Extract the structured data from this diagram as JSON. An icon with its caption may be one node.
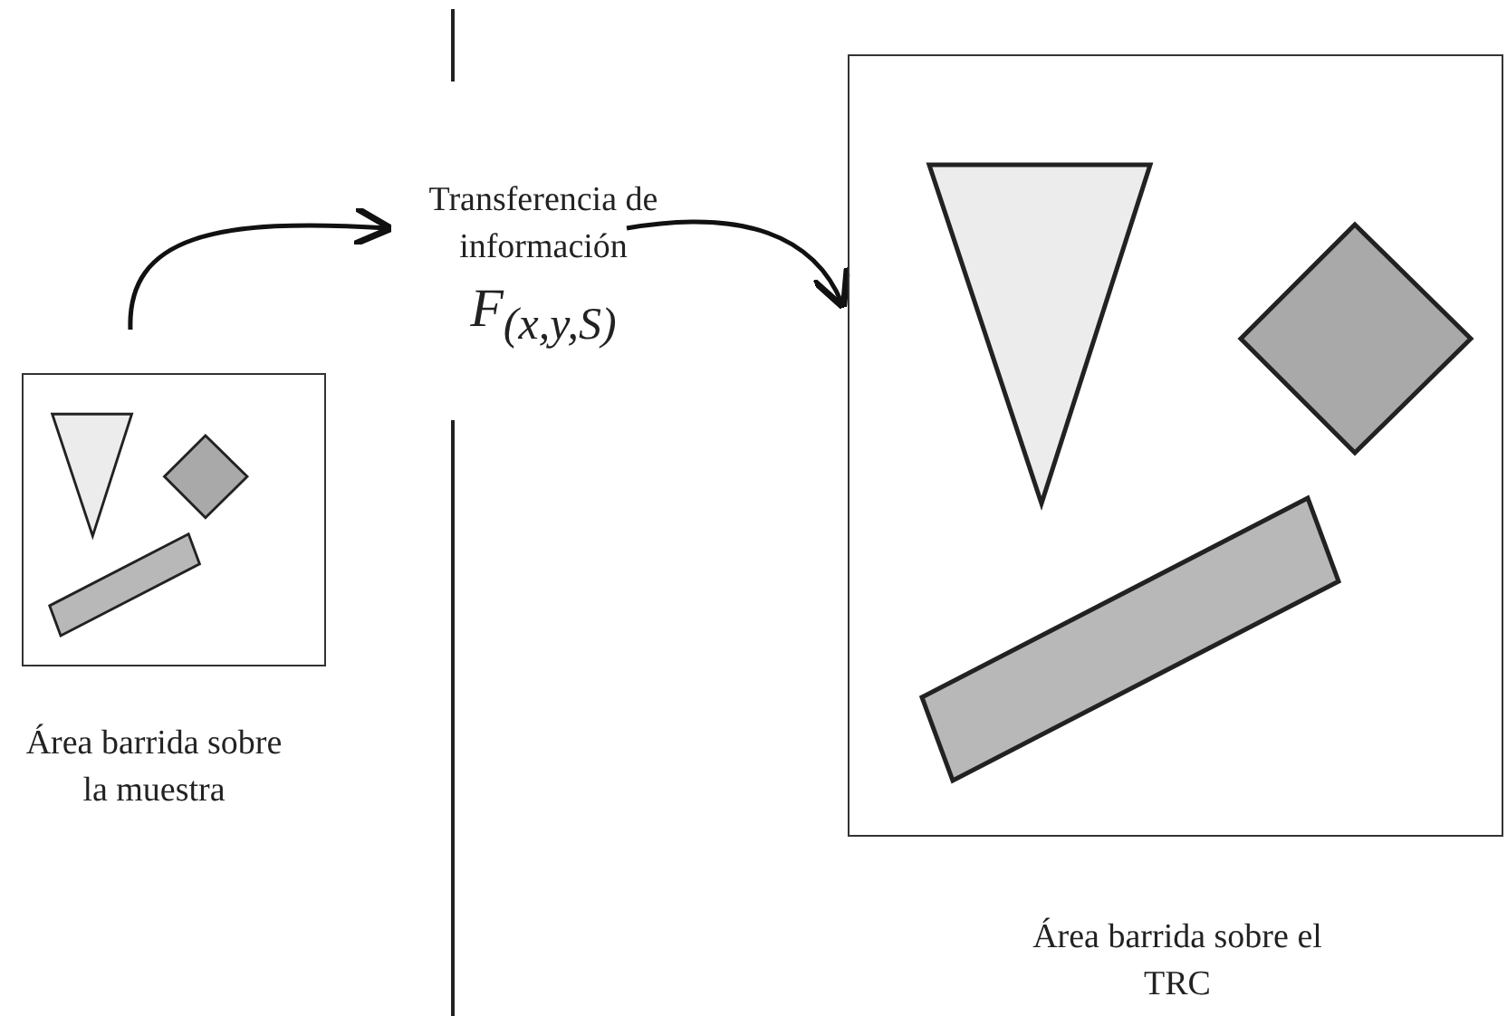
{
  "diagram": {
    "nodes": [
      {
        "text": [],
        "shape": "picture",
        "beside": [
          "Área barrida sobre la muestra"
        ]
      },
      {
        "text": [
          "Transferencia de información",
          "F$_{(x,y,S)}$"
        ]
      },
      {
        "text": [],
        "shape": "picture",
        "beside": [
          "Área barrida sobre el TRC"
        ]
      }
    ],
    "edges": [
      {
        "from": 0,
        "to": 1,
        "arrow": "to"
      },
      {
        "from": 1,
        "to": 2,
        "arrow": "to"
      }
    ]
  }
}
